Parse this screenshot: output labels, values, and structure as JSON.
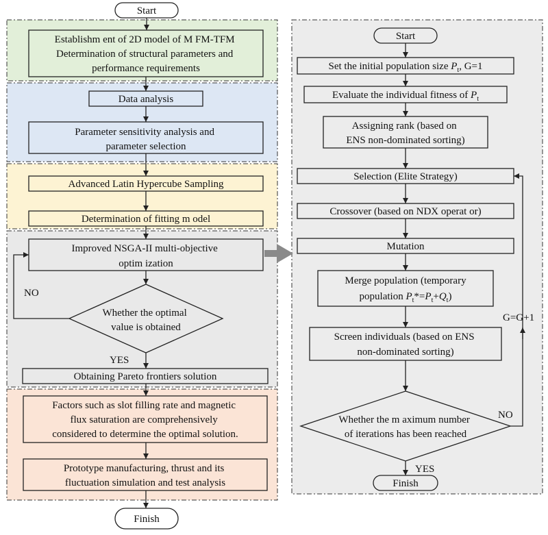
{
  "colors": {
    "green": "#e2efd9",
    "blue": "#dde7f4",
    "yellow": "#fdf3d3",
    "gray": "#e9e9e9",
    "orange": "#fbe4d6",
    "right_panel": "#ececec",
    "box_green": "#e4f5c3",
    "box_blue": "#e3eef9",
    "box_yellow": "#fdf3c9",
    "box_orange": "#fcebdd",
    "arrow": "#8a8a8a"
  },
  "left": {
    "start": "Start",
    "model": [
      "Establishm ent of 2D model of M FM-TFM",
      "Determination of structural parameters and",
      "performance requirements"
    ],
    "data_analysis": "Data analysis",
    "sensitivity": [
      "Parameter sensitivity analysis and",
      "parameter selection"
    ],
    "sampling": "Advanced Latin Hypercube Sampling",
    "fitting": "Determination of fitting m odel",
    "nsga": [
      "Improved NSGA-II multi-objective",
      "optim ization"
    ],
    "decision": [
      "Whether the optimal",
      "value is obtained"
    ],
    "no": "NO",
    "yes": "YES",
    "pareto": "Obtaining Pareto frontiers solution",
    "factors": [
      "Factors such as slot filling rate and magnetic",
      "flux saturation are comprehensively",
      "considered to determine the optimal solution."
    ],
    "prototype": [
      "Prototype manufacturing, thrust and its",
      "fluctuation simulation and test analysis"
    ],
    "finish": "Finish"
  },
  "right": {
    "start": "Start",
    "init": {
      "a": "Set the initial population size ",
      "p": "P",
      "sub": "t",
      "b": ", G=1"
    },
    "evaluate": {
      "a": "Evaluate the individual fitness of ",
      "p": "P",
      "sub": "t"
    },
    "rank": [
      "Assigning rank (based on",
      "ENS non-dominated sorting)"
    ],
    "selection": "Selection (Elite Strategy)",
    "crossover": "Crossover (based on NDX operat or)",
    "mutation": "Mutation",
    "merge": {
      "line1": "Merge population (temporary",
      "a": "population ",
      "p": "P",
      "sub1": "t",
      "eq": "*=",
      "p2": "P",
      "sub2": "t",
      "plus": "+",
      "q": "Q",
      "sub3": "t",
      "close": ")"
    },
    "screen": [
      "Screen individuals (based on ENS",
      "non-dominated sorting)"
    ],
    "decision": [
      "Whether the m aximum number",
      "of iterations has been reached"
    ],
    "no": "NO",
    "yes": "YES",
    "counter": "G=G+1",
    "finish": "Finish"
  }
}
